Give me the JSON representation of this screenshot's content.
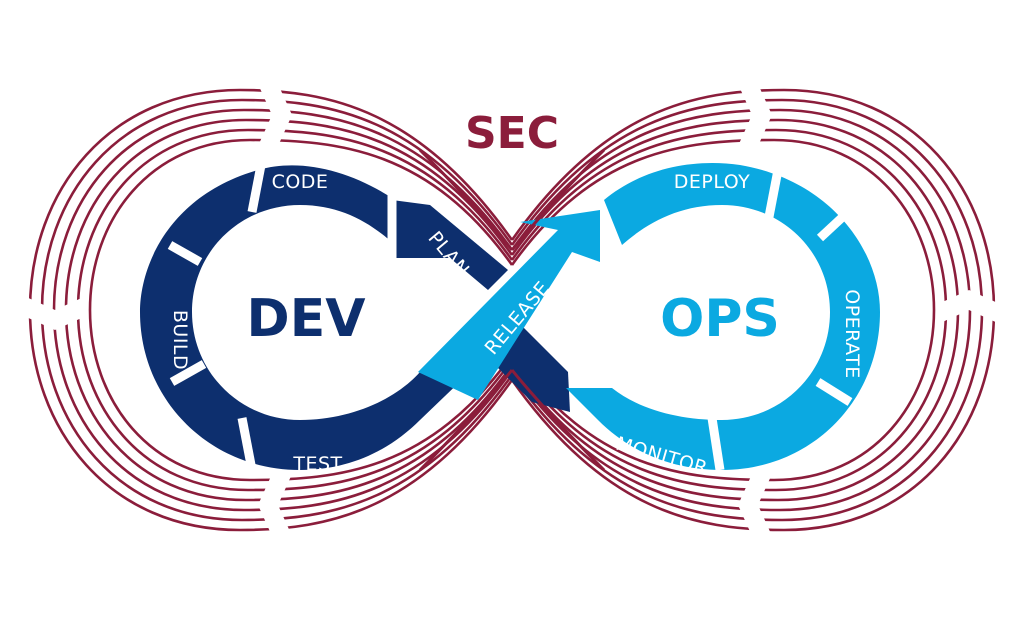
{
  "diagram": {
    "sec": "SEC",
    "dev": "DEV",
    "ops": "OPS",
    "dev_stages": {
      "code": "CODE",
      "plan": "PLAN",
      "build": "BUILD",
      "test": "TEST"
    },
    "release": "RELEASE",
    "ops_stages": {
      "deploy": "DEPLOY",
      "operate": "OPERATE",
      "monitor": "MONITOR"
    }
  },
  "colors": {
    "sec": "#8b1d3b",
    "dev": "#0d2f6e",
    "ops": "#0ba9e1",
    "background": "#ffffff"
  }
}
